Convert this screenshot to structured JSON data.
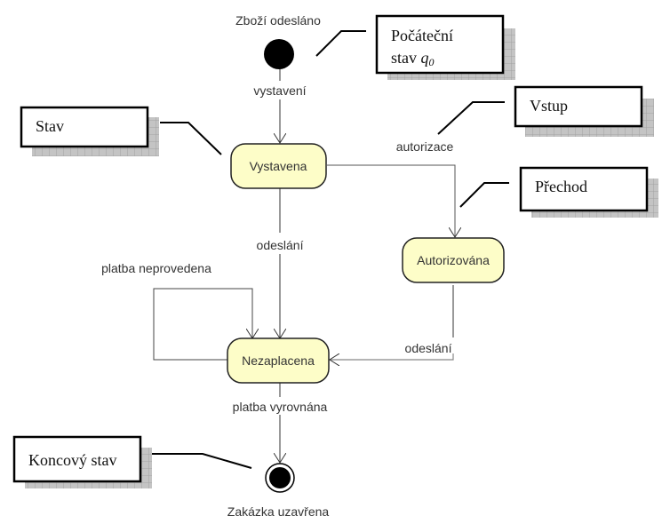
{
  "diagram": {
    "type": "uml-state-machine",
    "colors": {
      "state_fill": "#fdfdc8",
      "state_stroke": "#222222",
      "edge": "#333333",
      "note_shadow": "#c0c0c0"
    },
    "initial_state": {
      "label": "Zboží odesláno"
    },
    "final_state": {
      "label": "Zakázka uzavřena"
    },
    "states": [
      {
        "id": "vystavena",
        "label": "Vystavena"
      },
      {
        "id": "autorizovana",
        "label": "Autorizována"
      },
      {
        "id": "nezaplacena",
        "label": "Nezaplacena"
      }
    ],
    "transitions": [
      {
        "from": "initial",
        "to": "vystavena",
        "label": "vystavení"
      },
      {
        "from": "vystavena",
        "to": "autorizovana",
        "label": "autorizace"
      },
      {
        "from": "vystavena",
        "to": "nezaplacena",
        "label": "odeslání"
      },
      {
        "from": "autorizovana",
        "to": "nezaplacena",
        "label": "odeslání"
      },
      {
        "from": "nezaplacena",
        "to": "nezaplacena",
        "label": "platba neprovedena"
      },
      {
        "from": "nezaplacena",
        "to": "final",
        "label": "platba vyrovnána"
      }
    ],
    "notes": {
      "initial": {
        "line1": "Počáteční",
        "line2": "stav ",
        "symbol": "q",
        "subscript": "0"
      },
      "state": {
        "text": "Stav"
      },
      "input": {
        "text": "Vstup"
      },
      "transition": {
        "text": "Přechod"
      },
      "final": {
        "text": "Koncový stav"
      }
    }
  }
}
